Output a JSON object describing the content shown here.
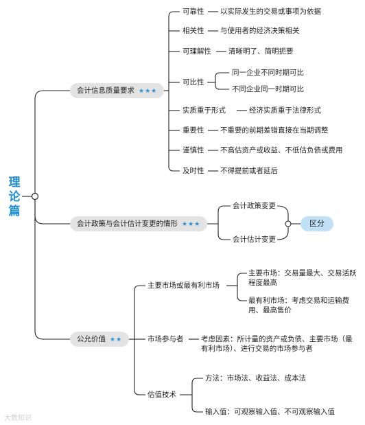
{
  "root_title": "理论篇",
  "stars3": "★★★",
  "stars2": "★★",
  "branch1": {
    "title": "会计信息质量要求",
    "items": [
      {
        "name": "可靠性",
        "desc": "以实际发生的交易或事项为依据"
      },
      {
        "name": "相关性",
        "desc": "与使用者的经济决策相关"
      },
      {
        "name": "可理解性",
        "desc": "清晰明了、简明扼要"
      },
      {
        "name": "可比性",
        "subs": [
          "同一企业不同时期可比",
          "不同企业同一时期可比"
        ]
      },
      {
        "name": "实质重于形式",
        "desc": "经济实质重于法律形式"
      },
      {
        "name": "重要性",
        "desc": "不重要的前期差错直接在当期调整"
      },
      {
        "name": "谨慎性",
        "desc": "不高估资产或收益、不低估负债或费用"
      },
      {
        "name": "及时性",
        "desc": "不得提前或者延后"
      }
    ]
  },
  "branch2": {
    "title": "会计政策与会计估计变更的情形",
    "items": [
      "会计政策变更",
      "会计估计变更"
    ],
    "badge": "区分"
  },
  "branch3": {
    "title": "公允价值",
    "market": {
      "label": "主要市场或最有利市场",
      "items": [
        "主要市场：交易量最大、交易活跃程度最高",
        "最有利市场：考虑交易和运输费用、最高售价"
      ]
    },
    "participant": {
      "label": "市场参与者",
      "desc": "考虑因素：所计量的资产或负债、主要市场（最有利市场）、进行交易的市场参与者"
    },
    "valuation": {
      "label": "估值技术",
      "items": [
        "方法：市场法、收益法、成本法",
        "输入值：可观察输入值、不可观察输入值"
      ]
    }
  },
  "watermark": "大数知识"
}
